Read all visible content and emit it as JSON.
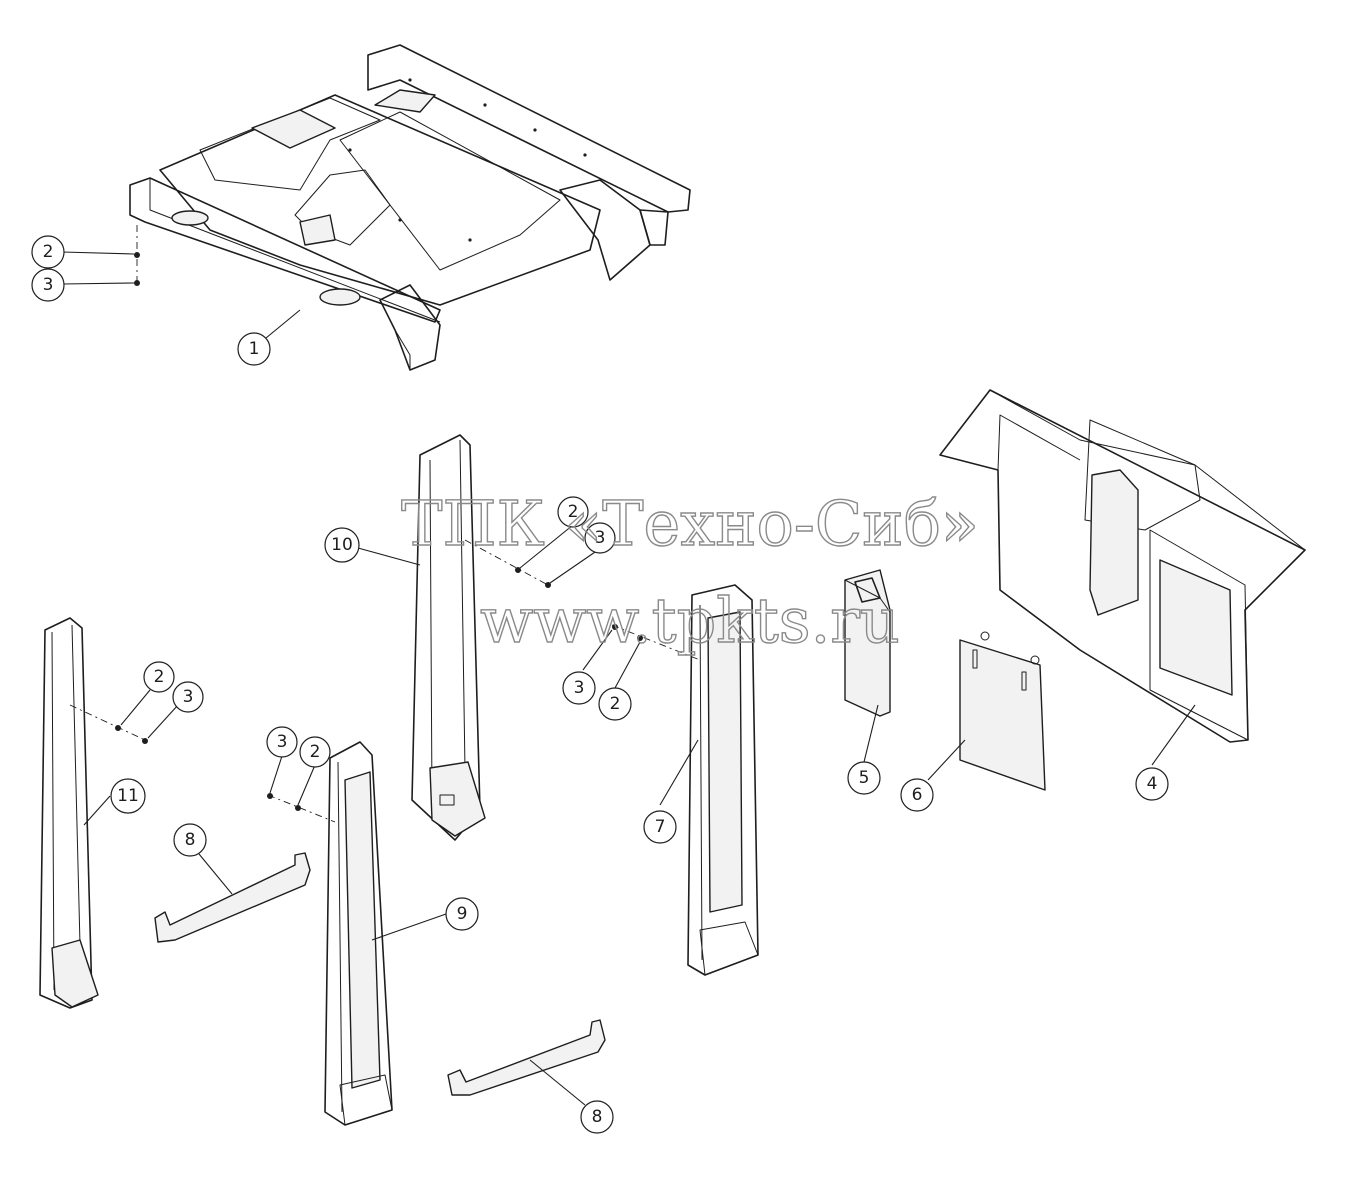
{
  "diagram": {
    "callouts": {
      "c1": "1",
      "c2a": "2",
      "c3a": "3",
      "c2b": "2",
      "c3b": "3",
      "c2c": "2",
      "c3c": "3",
      "c2d": "2",
      "c3d": "3",
      "c2e": "2",
      "c3e": "3",
      "c4": "4",
      "c5": "5",
      "c6": "6",
      "c7": "7",
      "c8a": "8",
      "c8b": "8",
      "c9": "9",
      "c10": "10",
      "c11": "11"
    },
    "watermark": {
      "line1": "ТПК «Техно-Сиб»",
      "line2": "www.tpkts.ru"
    }
  }
}
